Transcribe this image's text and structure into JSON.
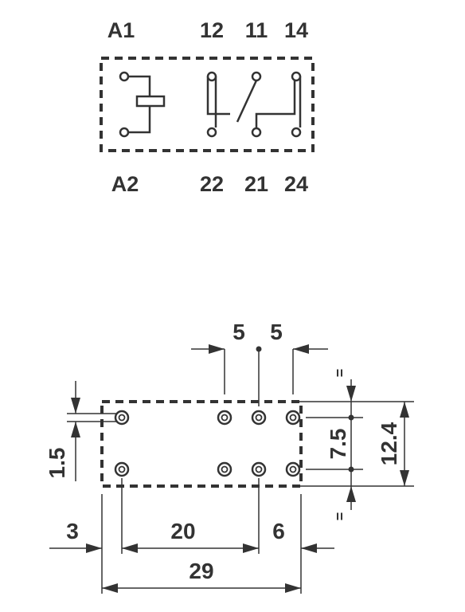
{
  "schematic": {
    "terminals_top": [
      "A1",
      "12",
      "11",
      "14"
    ],
    "terminals_bottom": [
      "A2",
      "22",
      "21",
      "24"
    ]
  },
  "footprint": {
    "dims": {
      "pitch_left": "5",
      "pitch_right": "5",
      "pin_offset": "1.5",
      "row_spacing": "7.5",
      "height": "12.4",
      "edge_left": "3",
      "span_mid": "20",
      "edge_right": "6",
      "length": "29"
    },
    "equal_mark": "="
  }
}
